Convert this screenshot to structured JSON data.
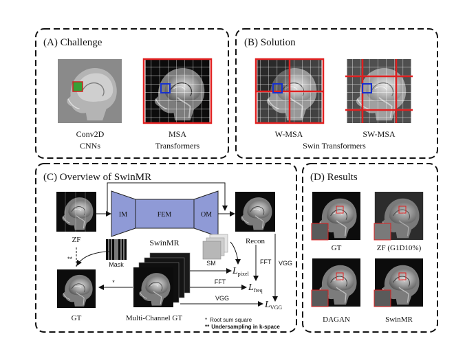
{
  "panels": {
    "a": {
      "title": "(A) Challenge",
      "conv_label": "Conv2D",
      "conv_sub": "CNNs",
      "msa_label": "MSA",
      "msa_sub": "Transformers"
    },
    "b": {
      "title": "(B) Solution",
      "wmsa_label": "W-MSA",
      "swmsa_label": "SW-MSA",
      "sub": "Swin Transformers"
    },
    "c": {
      "title": "(C) Overview of SwinMR",
      "im": "IM",
      "fem": "FEM",
      "om": "OM",
      "model": "SwinMR",
      "zf": "ZF",
      "recon": "Recon",
      "mask": "Mask",
      "sm": "SM",
      "gt": "GT",
      "multi_gt": "Multi-Channel GT",
      "fft_right": "FFT",
      "vgg_right": "VGG",
      "fft_mid": "FFT",
      "vgg_mid": "VGG",
      "star": "*",
      "double_star": "**",
      "loss_pixel": "pixel",
      "loss_freq": "freq",
      "loss_vgg": "VGG",
      "loss_symbol": "L",
      "legend_star": "Root sum square",
      "legend_double": "Undersampling in k-space"
    },
    "d": {
      "title": "(D) Results",
      "gt": "GT",
      "zf": "ZF (G1D10%)",
      "dagan": "DAGAN",
      "swinmr": "SwinMR"
    }
  },
  "colors": {
    "window_red": "#e02020",
    "patch_blue": "#1530d0",
    "block": "#8f9ad6",
    "block_dark": "#6f7cc6",
    "patch_green": "#22a030"
  }
}
